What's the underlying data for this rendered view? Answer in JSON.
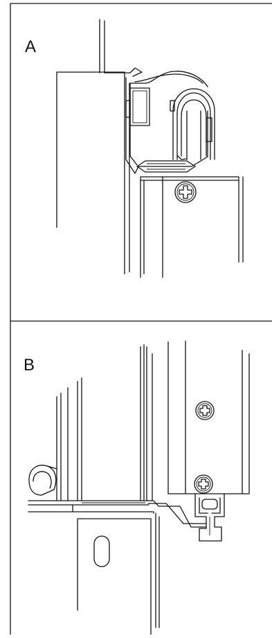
{
  "figure": {
    "panels": [
      {
        "label": "A",
        "subject": "top-hung-roller-on-frame-edge"
      },
      {
        "label": "B",
        "subject": "bottom-guide-channel-under-door"
      }
    ],
    "line_color": "#111111",
    "background": "#ffffff"
  }
}
